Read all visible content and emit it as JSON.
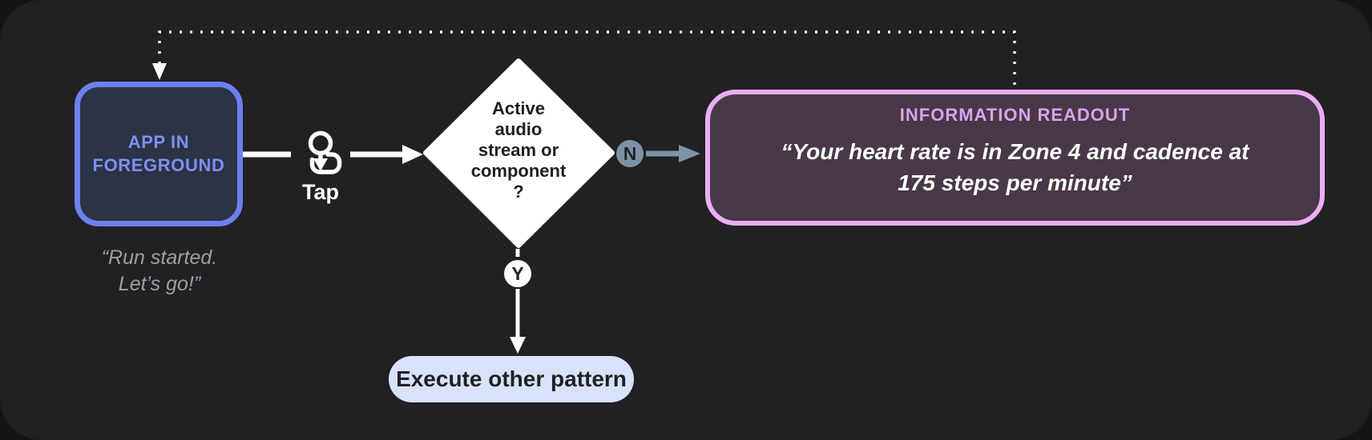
{
  "diagram": {
    "app_node": {
      "label": "APP IN\nFOREGROUND",
      "caption": "“Run started.\nLet’s go!”"
    },
    "tap": {
      "label": "Tap"
    },
    "decision": {
      "label": "Active\naudio\nstream or\ncomponent\n?"
    },
    "no_badge": "N",
    "yes_badge": "Y",
    "readout": {
      "title": "INFORMATION READOUT",
      "quote": "“Your heart rate is in Zone 4 and cadence at\n175 steps per minute”"
    },
    "execute": {
      "label": "Execute other pattern"
    }
  },
  "colors": {
    "page_bg": "#151515",
    "card_bg": "#212124",
    "white": "#ffffff",
    "ink": "#1f2428",
    "app_border": "#6d80ee",
    "app_fill": "#2b3345",
    "app_text": "#7e8ff5",
    "caption_text": "#9aa0a6",
    "no_badge_fill": "#7d92a5",
    "readout_border": "#eaaef2",
    "readout_fill": "#483848",
    "readout_title": "#d9a3ec",
    "pill_fill": "#d8e2fa"
  }
}
